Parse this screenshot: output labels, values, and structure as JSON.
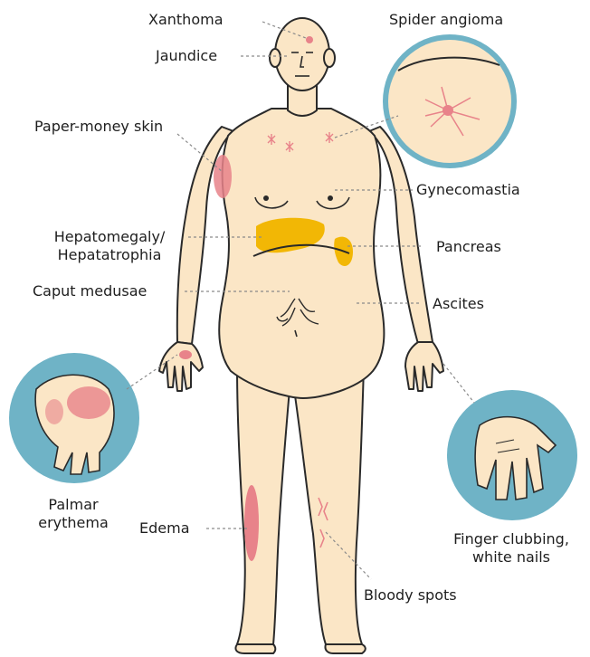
{
  "labels": {
    "xanthoma": "Xanthoma",
    "jaundice": "Jaundice",
    "spider_angioma": "Spider angioma",
    "paper_money_skin": "Paper-money skin",
    "gynecomastia": "Gynecomastia",
    "hepatomegaly_line1": "Hepatomegaly/",
    "hepatomegaly_line2": "Hepatatrophia",
    "pancreas": "Pancreas",
    "caput_medusae": "Caput medusae",
    "ascites": "Ascites",
    "palmar_line1": "Palmar",
    "palmar_line2": "erythema",
    "edema": "Edema",
    "finger_line1": "Finger clubbing,",
    "finger_line2": "white nails",
    "bloody_spots": "Bloody spots"
  },
  "colors": {
    "skin": "#fbe6c6",
    "outline": "#2a2a2a",
    "liver": "#f2b705",
    "redness": "#e8838a",
    "inset_bg": "#6fb3c6",
    "leader": "#8a8a8a"
  }
}
